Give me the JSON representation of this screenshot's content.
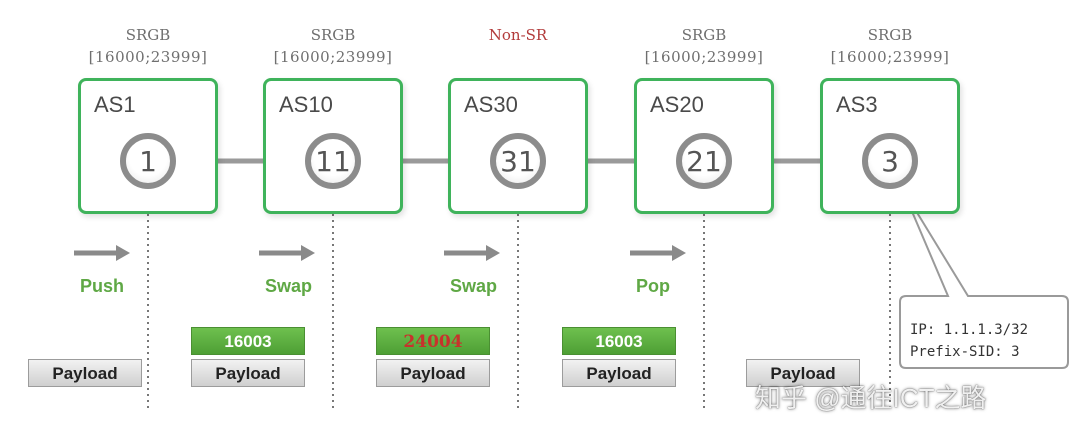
{
  "routers": [
    {
      "as": "AS1",
      "sid": "1",
      "srgb_title": "SRGB",
      "srgb_range": "[16000;23999]",
      "operation": "Push",
      "label": "",
      "label_color": "",
      "payload": "Payload"
    },
    {
      "as": "AS10",
      "sid": "11",
      "srgb_title": "SRGB",
      "srgb_range": "[16000;23999]",
      "operation": "Swap",
      "label": "16003",
      "label_color": "#ffffff",
      "payload": "Payload"
    },
    {
      "as": "AS30",
      "sid": "31",
      "srgb_title": "Non-SR",
      "srgb_range": "",
      "operation": "Swap",
      "label": "24004",
      "label_color": "#c8322c",
      "payload": "Payload"
    },
    {
      "as": "AS20",
      "sid": "21",
      "srgb_title": "SRGB",
      "srgb_range": "[16000;23999]",
      "operation": "Pop",
      "label": "16003",
      "label_color": "#ffffff",
      "payload": "Payload"
    },
    {
      "as": "AS3",
      "sid": "3",
      "srgb_title": "SRGB",
      "srgb_range": "[16000;23999]",
      "operation": "",
      "label": "",
      "label_color": "",
      "payload": "Payload"
    }
  ],
  "callout": {
    "ip": "IP: 1.1.1.3/32",
    "prefix_sid": "Prefix-SID: 3"
  },
  "watermark": "知乎 @通往ICT之路",
  "colors": {
    "box_border": "#3fb35b",
    "node_ring": "#8c8c8c",
    "link": "#9a9a9a",
    "arrow": "#8a8a8a",
    "op_text": "#5fa845",
    "non_sr_text": "#b23b3b"
  }
}
